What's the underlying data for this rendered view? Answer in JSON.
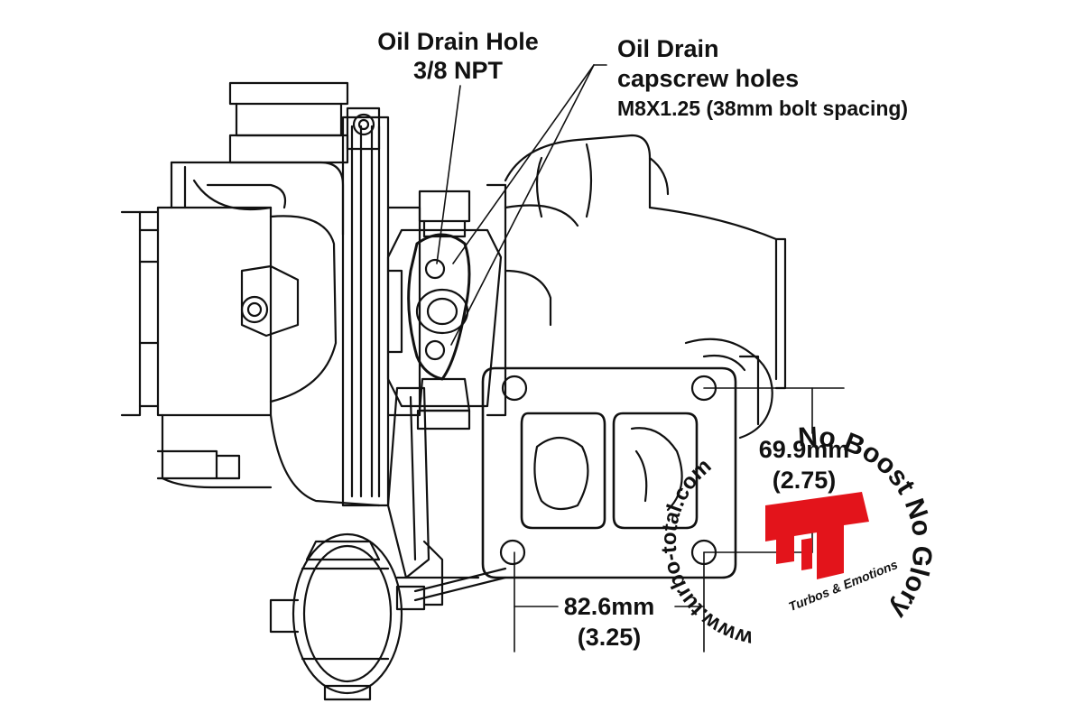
{
  "labels": {
    "oil_drain_hole": {
      "line1": "Oil Drain Hole",
      "line2": "3/8 NPT"
    },
    "oil_drain_capscrew": {
      "line1": "Oil Drain",
      "line2": "capscrew holes",
      "line3": "M8X1.25 (38mm bolt spacing)"
    },
    "flange_width": {
      "value": "82.6mm",
      "imperial": "(3.25)"
    },
    "flange_height": {
      "value": "69.9mm",
      "imperial": "(2.75)"
    }
  },
  "watermark": {
    "url": "www.turbo-total.com",
    "slogan": "No Boost No Glory",
    "tagline": "Turbos & Emotions",
    "logo_color": "#e3141b"
  },
  "colors": {
    "line": "#111111",
    "background": "#ffffff"
  }
}
